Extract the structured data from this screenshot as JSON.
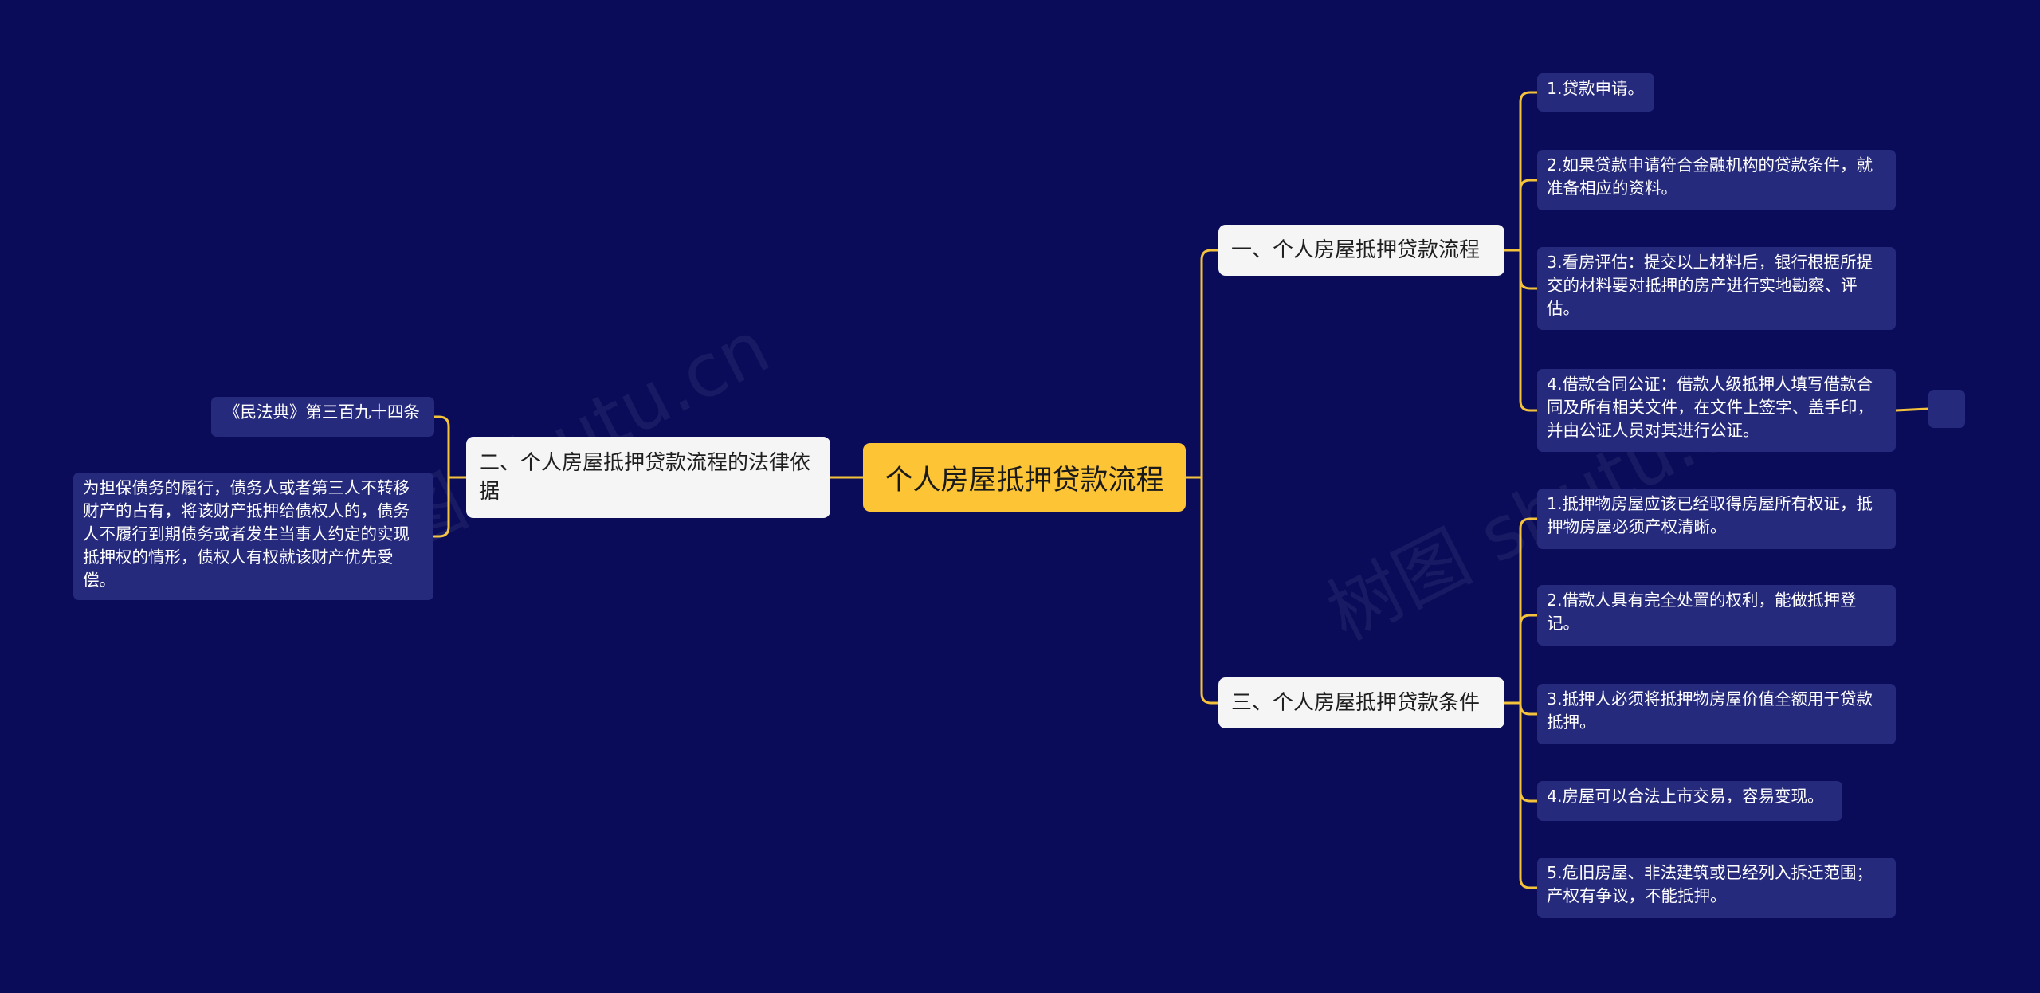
{
  "watermark": "树图 shutu.cn",
  "colors": {
    "background": "#0a0c5a",
    "root_fill": "#fdc536",
    "branch_fill": "#f5f5f5",
    "leaf_fill": "#262a7c",
    "connector": "#f4c23b"
  },
  "root": {
    "label": "个人房屋抵押贷款流程"
  },
  "branches": [
    {
      "label": "一、个人房屋抵押贷款流程",
      "items": [
        "1.贷款申请。",
        "2.如果贷款申请符合金融机构的贷款条件，就准备相应的资料。",
        "3.看房评估：提交以上材料后，银行根据所提交的材料要对抵押的房产进行实地勘察、评估。",
        "4.借款合同公证：借款人级抵押人填写借款合同及所有相关文件，在文件上签字、盖手印，并由公证人员对其进行公证。"
      ]
    },
    {
      "label": "二、个人房屋抵押贷款流程的法律依据",
      "items": [
        "《民法典》第三百九十四条",
        "为担保债务的履行，债务人或者第三人不转移财产的占有，将该财产抵押给债权人的，债务人不履行到期债务或者发生当事人约定的实现抵押权的情形，债权人有权就该财产优先受偿。"
      ]
    },
    {
      "label": "三、个人房屋抵押贷款条件",
      "items": [
        "1.抵押物房屋应该已经取得房屋所有权证，抵押物房屋必须产权清晰。",
        "2.借款人具有完全处置的权利，能做抵押登记。",
        "3.抵押人必须将抵押物房屋价值全额用于贷款抵押。",
        "4.房屋可以合法上市交易，容易变现。",
        "5.危旧房屋、非法建筑或已经列入拆迁范围；产权有争议，不能抵押。"
      ]
    }
  ]
}
